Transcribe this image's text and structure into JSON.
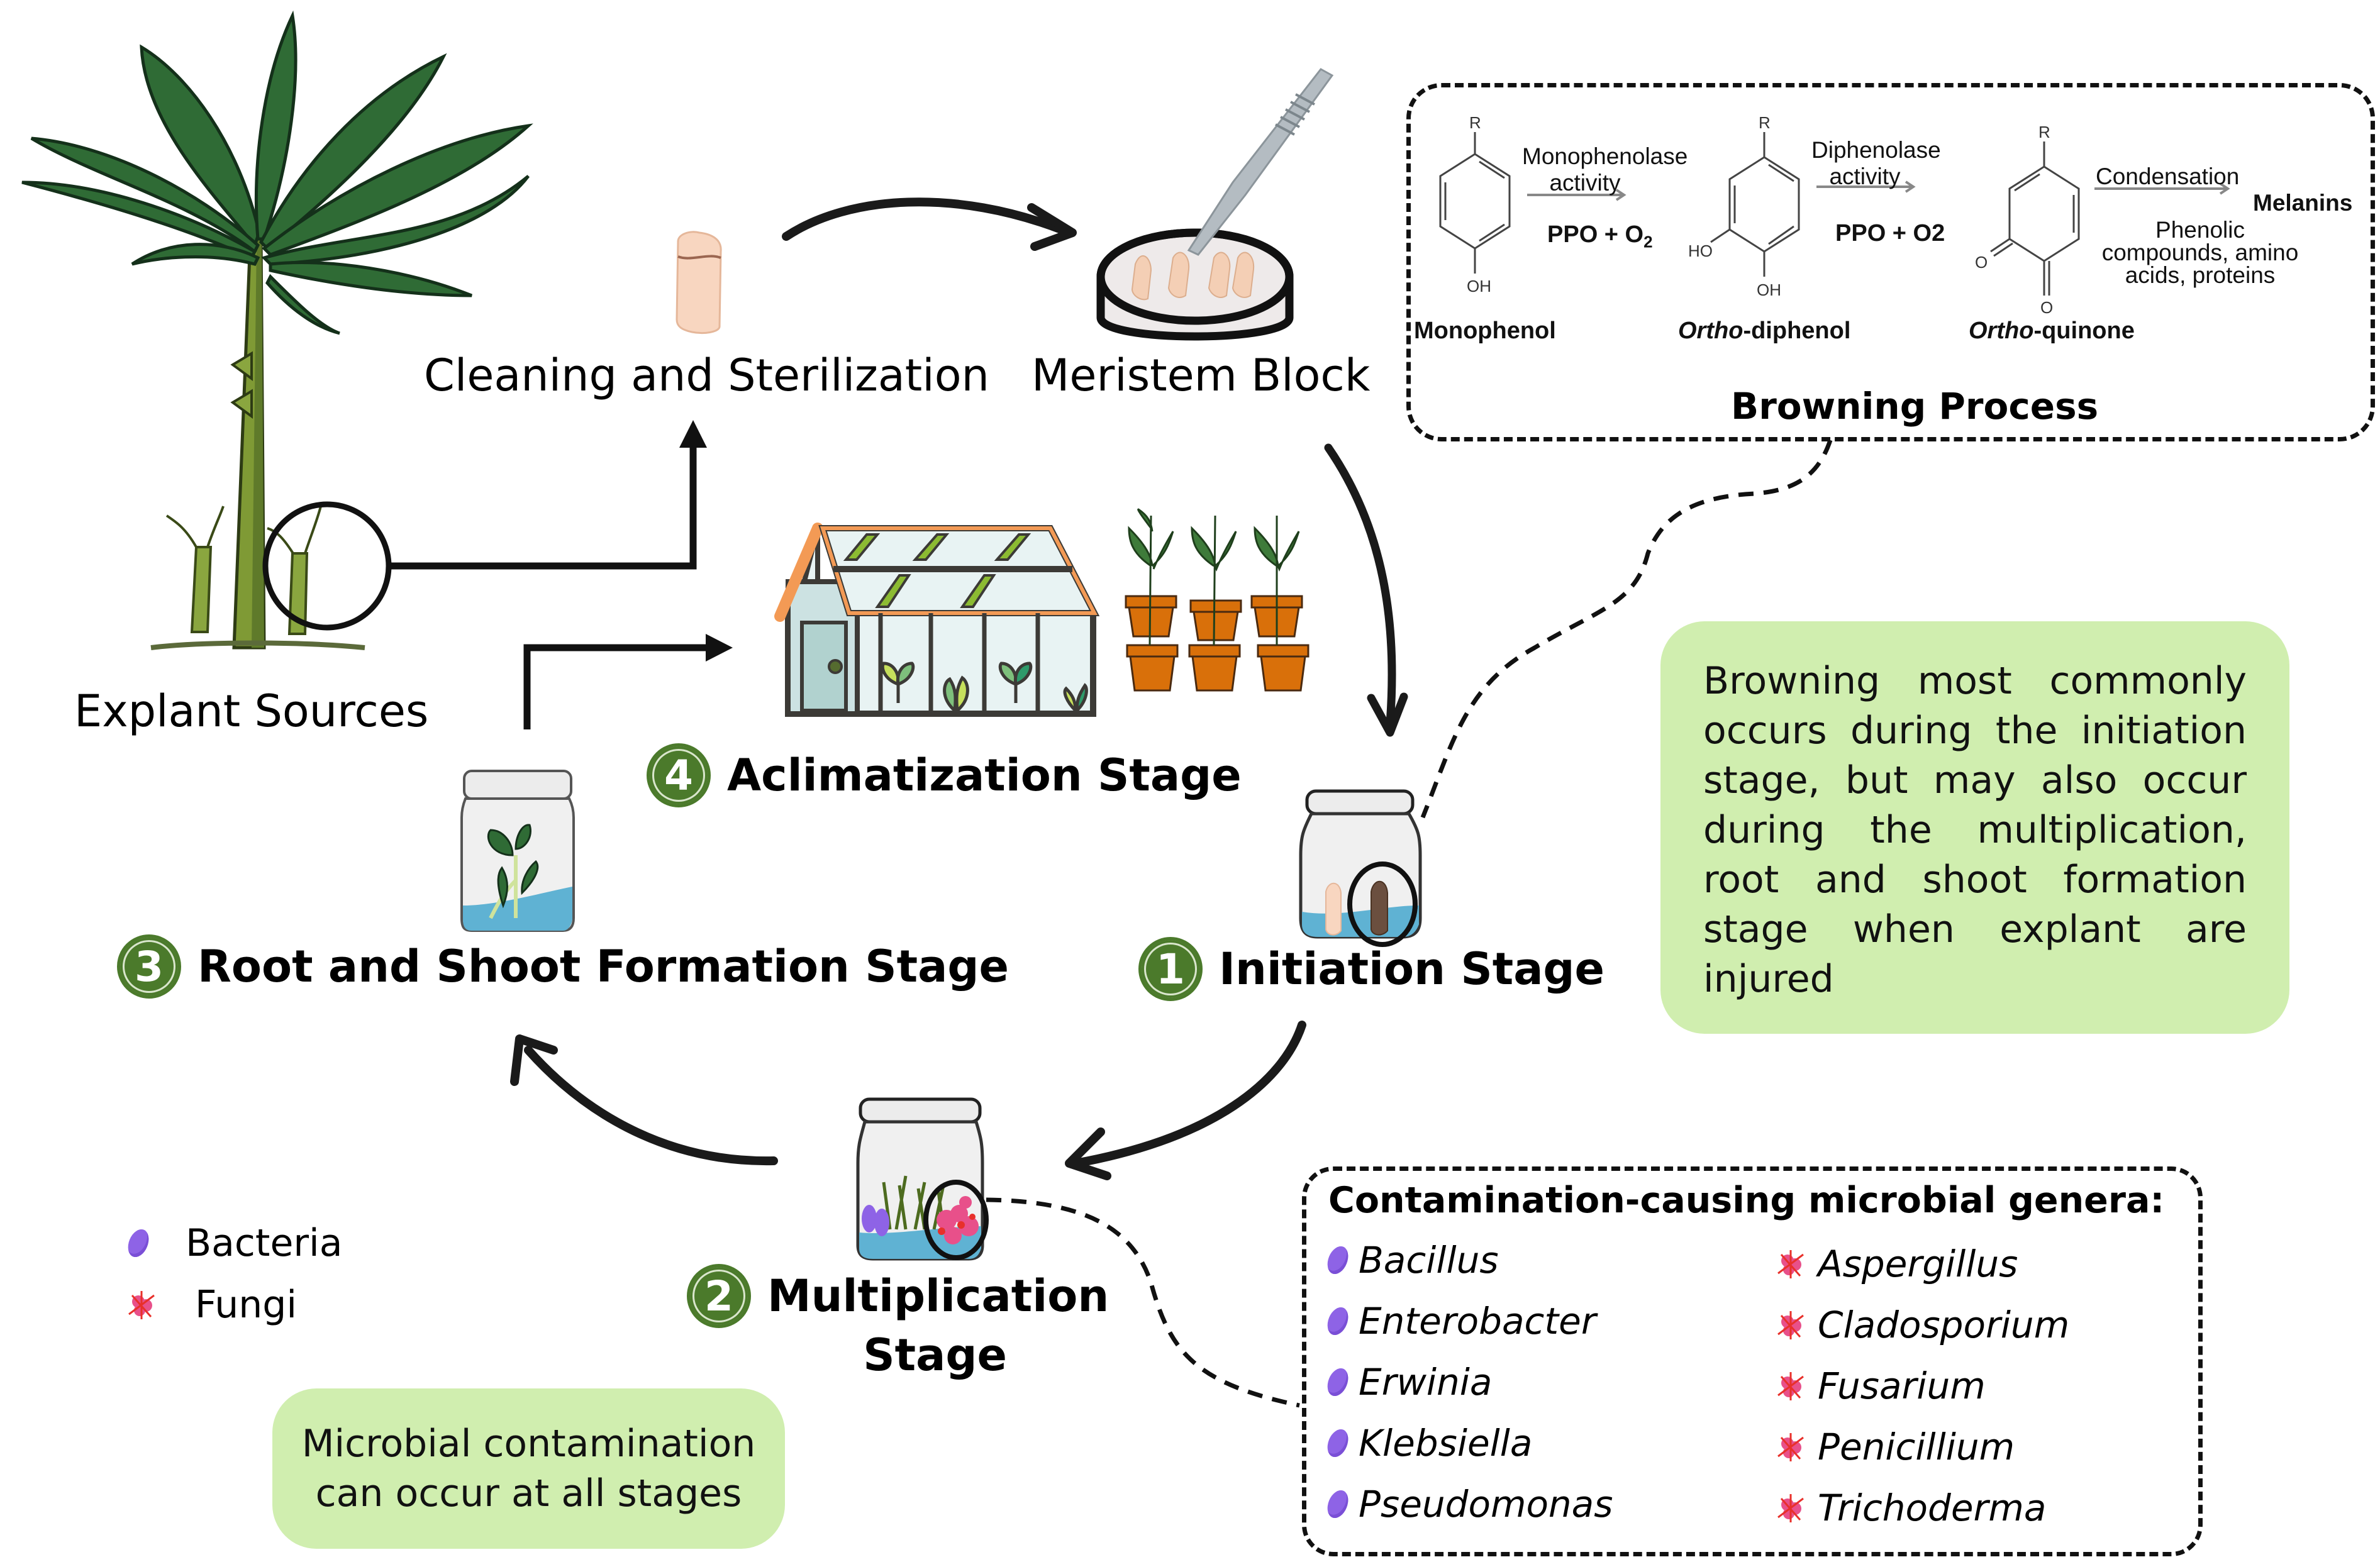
{
  "workflow": {
    "explant_sources": "Explant Sources",
    "cleaning": "Cleaning and Sterilization",
    "meristem_block": "Meristem Block"
  },
  "stages": [
    {
      "number": "1",
      "title": "Initiation Stage"
    },
    {
      "number": "2",
      "title_line1": "Multiplication",
      "title_line2": "Stage"
    },
    {
      "number": "3",
      "title": "Root and Shoot Formation Stage"
    },
    {
      "number": "4",
      "title": "Aclimatization Stage"
    }
  ],
  "browning": {
    "title": "Browning Process",
    "compounds": {
      "monophenol": "Monophenol",
      "ortho_diphenol_italic": "Ortho",
      "ortho_diphenol_rest": "-diphenol",
      "ortho_quinone_italic": "Ortho",
      "ortho_quinone_rest": "-quinone",
      "melanins": "Melanins"
    },
    "steps": [
      {
        "enzyme_line1": "Monophenolase",
        "enzyme_line2": "activity",
        "cofactor": "PPO + O",
        "cofactor_sub": "2"
      },
      {
        "enzyme_line1": "Diphenolase",
        "enzyme_line2": "activity",
        "cofactor": "PPO + O2"
      },
      {
        "label": "Condensation",
        "reactants_line1": "Phenolic",
        "reactants_line2": "compounds, amino",
        "reactants_line3": "acids, proteins"
      }
    ],
    "atoms": {
      "r": "R",
      "oh": "OH",
      "ho": "HO",
      "o": "O"
    }
  },
  "browning_note": {
    "lines": [
      "Browning most commonly",
      "occurs during the initiation",
      "stage, but may also occur",
      "during the multiplication,",
      "root and shoot formation",
      "stage when explant are",
      "injured"
    ]
  },
  "contamination_note": {
    "line1": "Microbial contamination",
    "line2": "can occur at all stages"
  },
  "legend": {
    "bacteria": "Bacteria",
    "fungi": "Fungi"
  },
  "contamination": {
    "title": "Contamination-causing microbial genera:",
    "bacteria": [
      "Bacillus",
      "Enterobacter",
      "Erwinia",
      "Klebsiella",
      "Pseudomonas"
    ],
    "fungi": [
      "Aspergillus",
      "Cladosporium",
      "Fusarium",
      "Penicillium",
      "Trichoderma"
    ]
  },
  "colors": {
    "badge_green": "#4b7a2b",
    "note_green": "#d0eeaf",
    "bacteria_purple": "#8e63e6",
    "fungi_pink": "#e8508a",
    "media_blue": "#5fb2d3",
    "pot_orange": "#d9700a",
    "greenhouse_orange": "#f39a55"
  }
}
